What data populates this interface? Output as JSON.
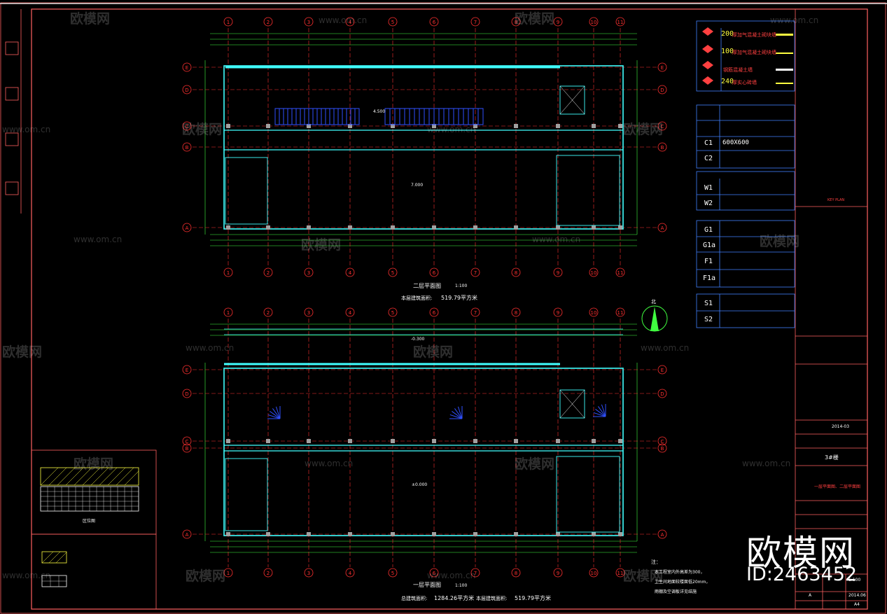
{
  "colors": {
    "background": "#000000",
    "frame": "#ff6060",
    "grid_axis": "#ff3030",
    "wall": "#40ffff",
    "dimension": "#40ff40",
    "stair": "#3050ff",
    "annotation": "#ffffff",
    "label": "#ffff40"
  },
  "watermark": {
    "brand": "欧模网",
    "url": "www.om.cn"
  },
  "plans": {
    "upper": {
      "title": "二层平面图",
      "scale": "1:100",
      "area_label": "本层建筑面积:",
      "area_value": "519.79平方米",
      "room_area": "4.500",
      "elevation": "7.000"
    },
    "lower": {
      "title": "一层平面图",
      "scale": "1:100",
      "area_label": "总建筑面积:",
      "area_value": "1284.26平方米",
      "area2_label": "本层建筑面积:",
      "area2_value": "519.79平方米",
      "elevation": "±0.000",
      "outdoor": "-0.300"
    },
    "axis_columns": [
      "1",
      "2",
      "3",
      "4",
      "5",
      "6",
      "7",
      "8",
      "9",
      "10",
      "11"
    ],
    "axis_rows": [
      "E",
      "D",
      "C",
      "B",
      "A"
    ]
  },
  "legend": {
    "wall_types": [
      {
        "code": "200",
        "desc": "厚加气混凝土砌块墙"
      },
      {
        "code": "100",
        "desc": "厚加气混凝土砌块墙"
      },
      {
        "code": "",
        "desc": "钢筋混凝土墙"
      },
      {
        "code": "240",
        "desc": "厚实心砖墙"
      }
    ],
    "columns": [
      {
        "code": "C1",
        "desc": "600X600"
      },
      {
        "code": "C2",
        "desc": ""
      }
    ],
    "walls": [
      {
        "code": "W1",
        "desc": ""
      },
      {
        "code": "W2",
        "desc": ""
      }
    ],
    "doors": [
      {
        "code": "G1",
        "desc": ""
      },
      {
        "code": "G1a",
        "desc": ""
      },
      {
        "code": "F1",
        "desc": ""
      },
      {
        "code": "F1a",
        "desc": ""
      }
    ],
    "stairs": [
      {
        "code": "S1",
        "desc": ""
      },
      {
        "code": "S2",
        "desc": ""
      }
    ]
  },
  "title_block": {
    "key_plan": "KEY PLAN",
    "date": "2014-03",
    "building": "3#楼",
    "drawing_name": "一层平面图、二层平面图",
    "scale": "1:100",
    "revision": "A",
    "issue_date": "2014.06",
    "sheet": "A4"
  },
  "key_plan": {
    "label": "区位图"
  },
  "notes": {
    "heading": "注：",
    "lines": [
      "本工程室内外高差为300，",
      "卫生间地面较楼面低20mm，",
      "雨棚及空调板详见结施"
    ]
  },
  "compass": {
    "label": "北"
  },
  "brand": {
    "name": "欧模网",
    "id": "ID:2463452"
  }
}
